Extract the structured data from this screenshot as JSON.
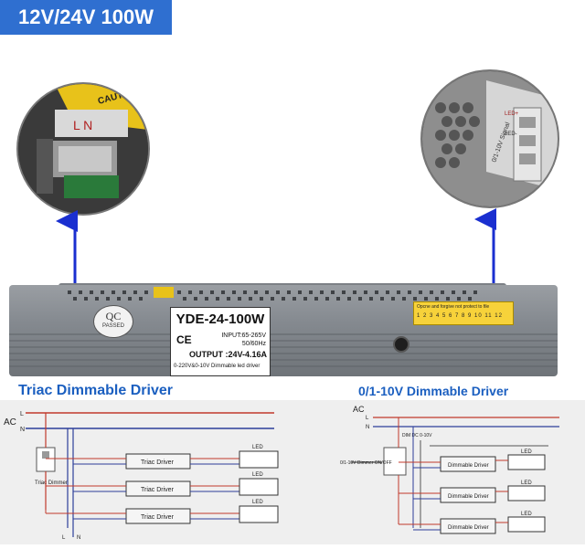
{
  "banner": {
    "text": "12V/24V 100W"
  },
  "zoom_left": {
    "terminals": "L  N",
    "caution": "CAUTION"
  },
  "zoom_right": {
    "terminal_label": "0/1-10V Signal",
    "led_plus": "LED+",
    "led_minus": "LED-"
  },
  "product": {
    "model": "YDE-24-100W",
    "input": "INPUT:65-265V",
    "freq": "50/60Hz",
    "ce": "CE",
    "output": "OUTPUT :24V-4.16A",
    "desc": "0-220V&0-10V Dimmable led driver",
    "qc_top": "QC",
    "qc_bottom": "PASSED",
    "yellow_text": "Opcne and forgive not protect to file",
    "yellow_numbers": "1 2 3 4 5 6 7 8 9 10 11 12"
  },
  "headings": {
    "left": "Triac Dimmable Driver",
    "right": "0/1-10V Dimmable Driver"
  },
  "diagram_left": {
    "ac": "AC",
    "l": "L",
    "n": "N",
    "triac_dimmer": "Triac Dimmer",
    "driver": "Triac Driver",
    "led": "LED",
    "bottom_l": "L",
    "bottom_n": "N"
  },
  "diagram_right": {
    "ac": "AC",
    "l": "L",
    "n": "N",
    "dim": "DIM DC 0-10V",
    "dimmer": "0/1-10V Dimmer ON/OFF",
    "driver": "Dimmable Driver",
    "led": "LED"
  },
  "colors": {
    "banner": "#2f6fd0",
    "heading": "#1b5fc0",
    "arrow": "#1a2fd0",
    "wire_red": "#c0392b",
    "wire_blue": "#2c3e9a"
  }
}
